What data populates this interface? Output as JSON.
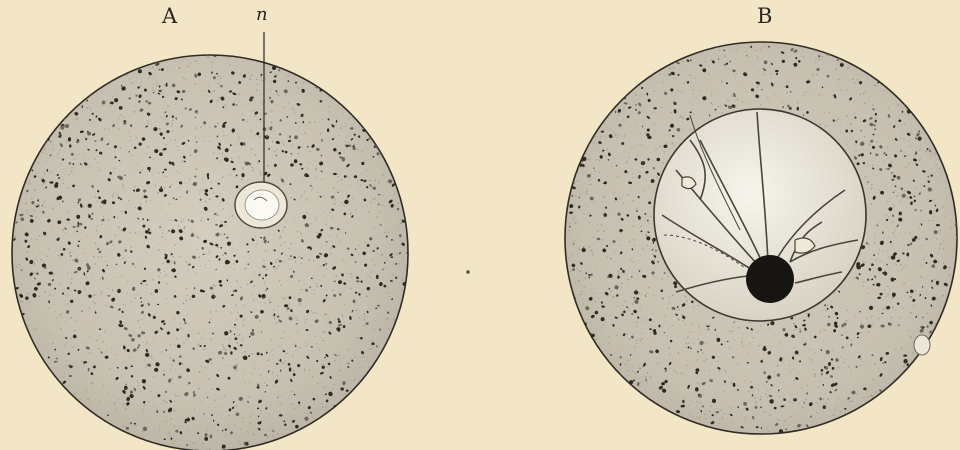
{
  "figure": {
    "cell_a_label": "A",
    "cell_b_label": "B",
    "nucleus_marker_label": "n"
  }
}
